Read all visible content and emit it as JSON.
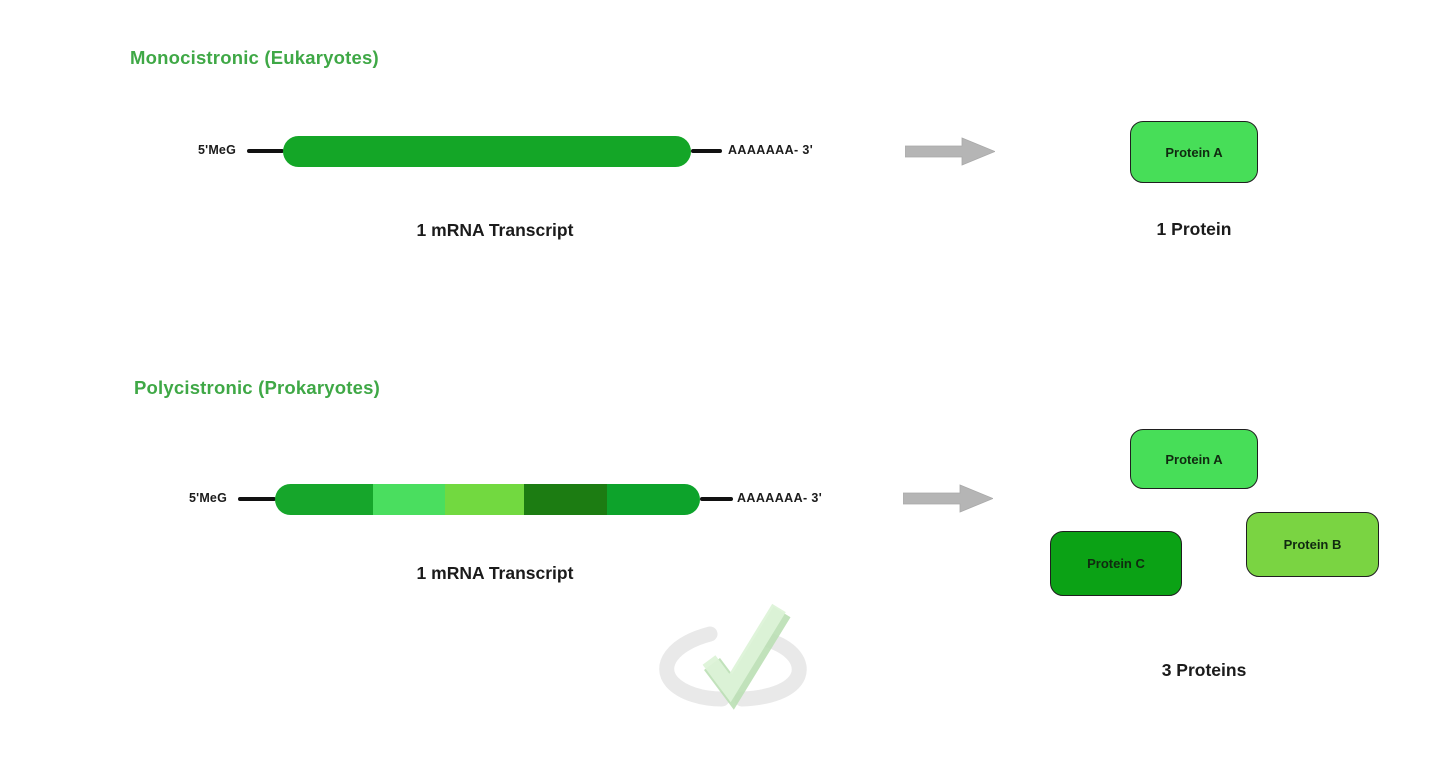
{
  "colors": {
    "heading": "#3fa846",
    "mono_bar": "#14a627",
    "segments": [
      "#16a62b",
      "#4ade5f",
      "#72d940",
      "#1c7c12",
      "#0da32b"
    ],
    "protein_a": "#47de58",
    "protein_b": "#7ad442",
    "protein_c": "#0ba215",
    "arrow": "#b5b5b5",
    "strand_line": "#111111",
    "watermark_ring": "#dcdcdc",
    "watermark_check": "#d7f1d1"
  },
  "monocistronic": {
    "title": "Monocistronic (Eukaryotes)",
    "cap_label": "5'MeG",
    "tail_label": "AAAAAAA- 3'",
    "transcript_caption": "1 mRNA Transcript",
    "result_caption": "1 Protein",
    "proteins": [
      {
        "label": "Protein A"
      }
    ]
  },
  "polycistronic": {
    "title": "Polycistronic (Prokaryotes)",
    "cap_label": "5'MeG",
    "tail_label": "AAAAAAA- 3'",
    "transcript_caption": "1 mRNA Transcript",
    "result_caption": "3 Proteins",
    "proteins": [
      {
        "label": "Protein A"
      },
      {
        "label": "Protein B"
      },
      {
        "label": "Protein C"
      }
    ]
  }
}
